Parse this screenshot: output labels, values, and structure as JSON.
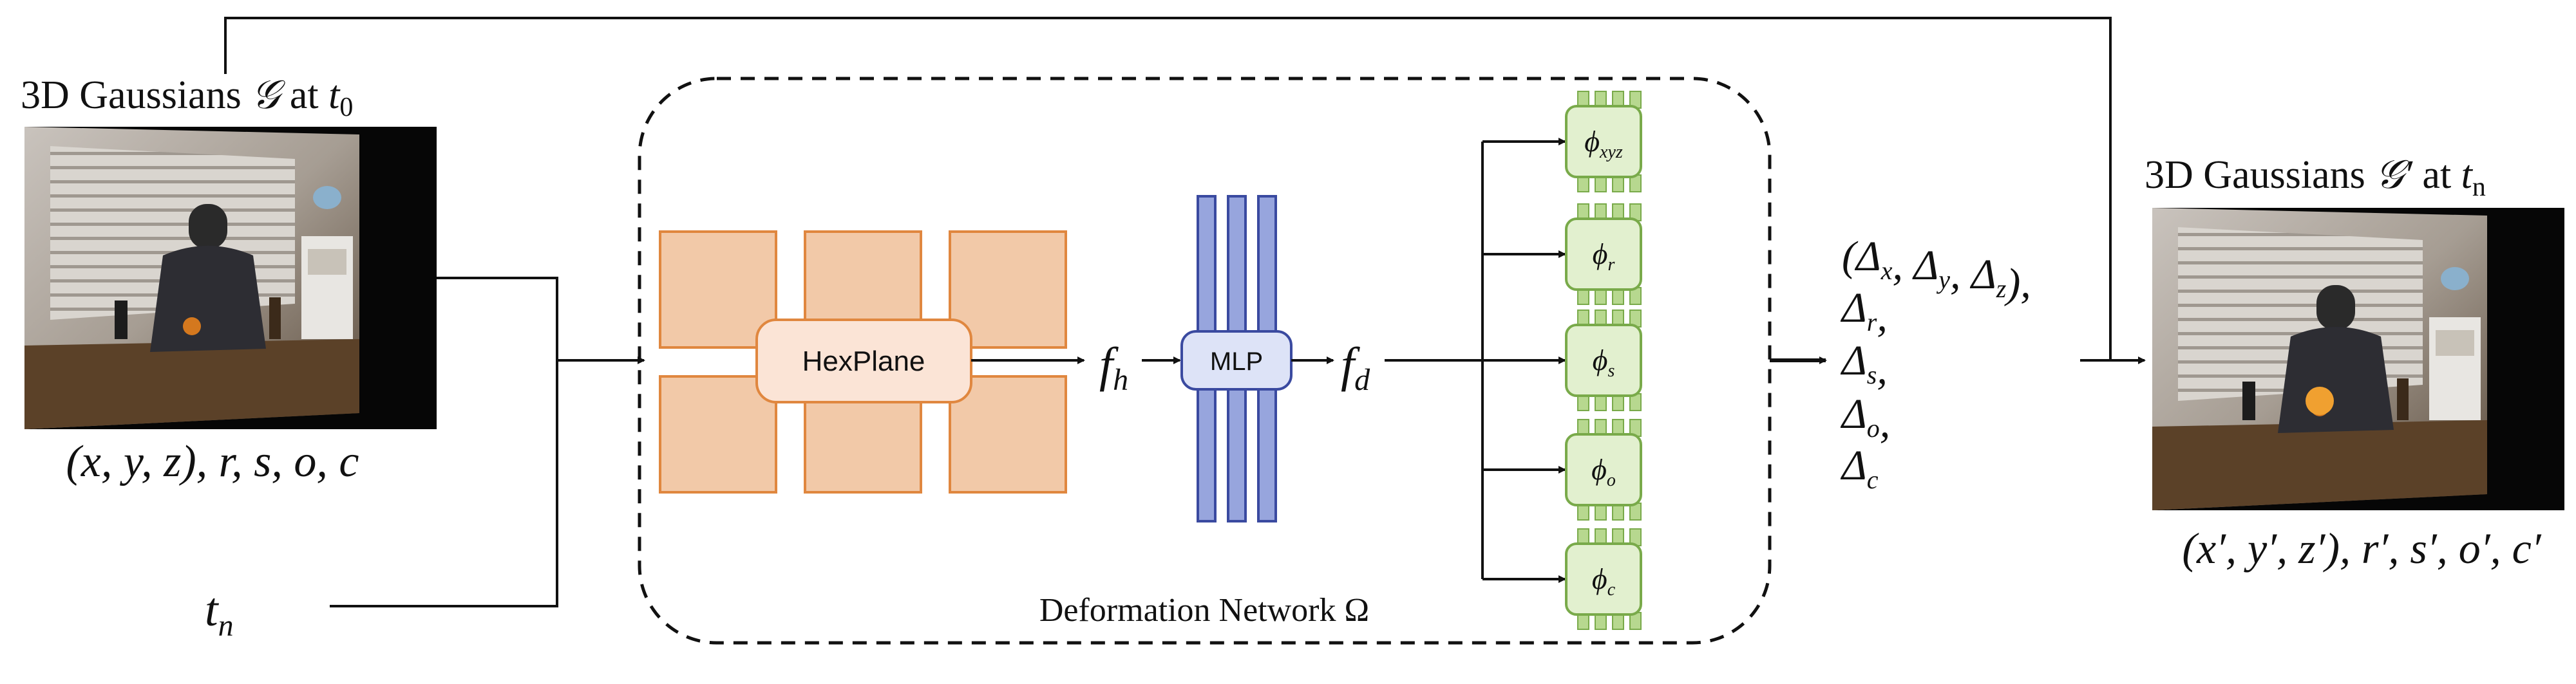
{
  "input": {
    "title_prefix": "3D Gaussians",
    "title_symbol": "𝒢",
    "title_at": "at",
    "title_time": "t",
    "title_time_sub": "0",
    "attributes": "(x, y, z), r, s, o, c",
    "time_query": "t",
    "time_query_sub": "n"
  },
  "network": {
    "caption": "Deformation Network Ω",
    "hexplane_label": "HexPlane",
    "mlp_label": "MLP",
    "feature_h": "f",
    "feature_h_sub": "h",
    "feature_d": "f",
    "feature_d_sub": "d",
    "heads": [
      {
        "symbol": "ϕ",
        "sub": "xyz"
      },
      {
        "symbol": "ϕ",
        "sub": "r"
      },
      {
        "symbol": "ϕ",
        "sub": "s"
      },
      {
        "symbol": "ϕ",
        "sub": "o"
      },
      {
        "symbol": "ϕ",
        "sub": "c"
      }
    ]
  },
  "deltas": [
    {
      "text": "(Δ",
      "sub1": "x",
      "mid1": ", Δ",
      "sub2": "y",
      "mid2": ", Δ",
      "sub3": "z",
      "tail": "),",
      "single": false
    },
    {
      "text": "Δ",
      "sub1": "r",
      "tail": ",",
      "single": true
    },
    {
      "text": "Δ",
      "sub1": "s",
      "tail": ",",
      "single": true
    },
    {
      "text": "Δ",
      "sub1": "o",
      "tail": ",",
      "single": true
    },
    {
      "text": "Δ",
      "sub1": "c",
      "tail": "",
      "single": true
    }
  ],
  "output": {
    "title_prefix": "3D Gaussians",
    "title_symbol": "𝒢′",
    "title_at": "at",
    "title_time": "t",
    "title_time_sub": "n",
    "attributes": "(x′, y′, z′), r′, s′, o′, c′"
  },
  "colors": {
    "plane_fill": "#f2c9a8",
    "plane_stroke": "#e0873f",
    "hexplane_box_fill": "#fbe4d6",
    "mlp_bar_fill": "#97a5dd",
    "mlp_bar_stroke": "#3a4aa0",
    "mlp_box_fill": "#dde3f7",
    "head_fill": "#e2f0cf",
    "head_stroke": "#79aa4a",
    "head_teeth": "#b7d88f"
  }
}
